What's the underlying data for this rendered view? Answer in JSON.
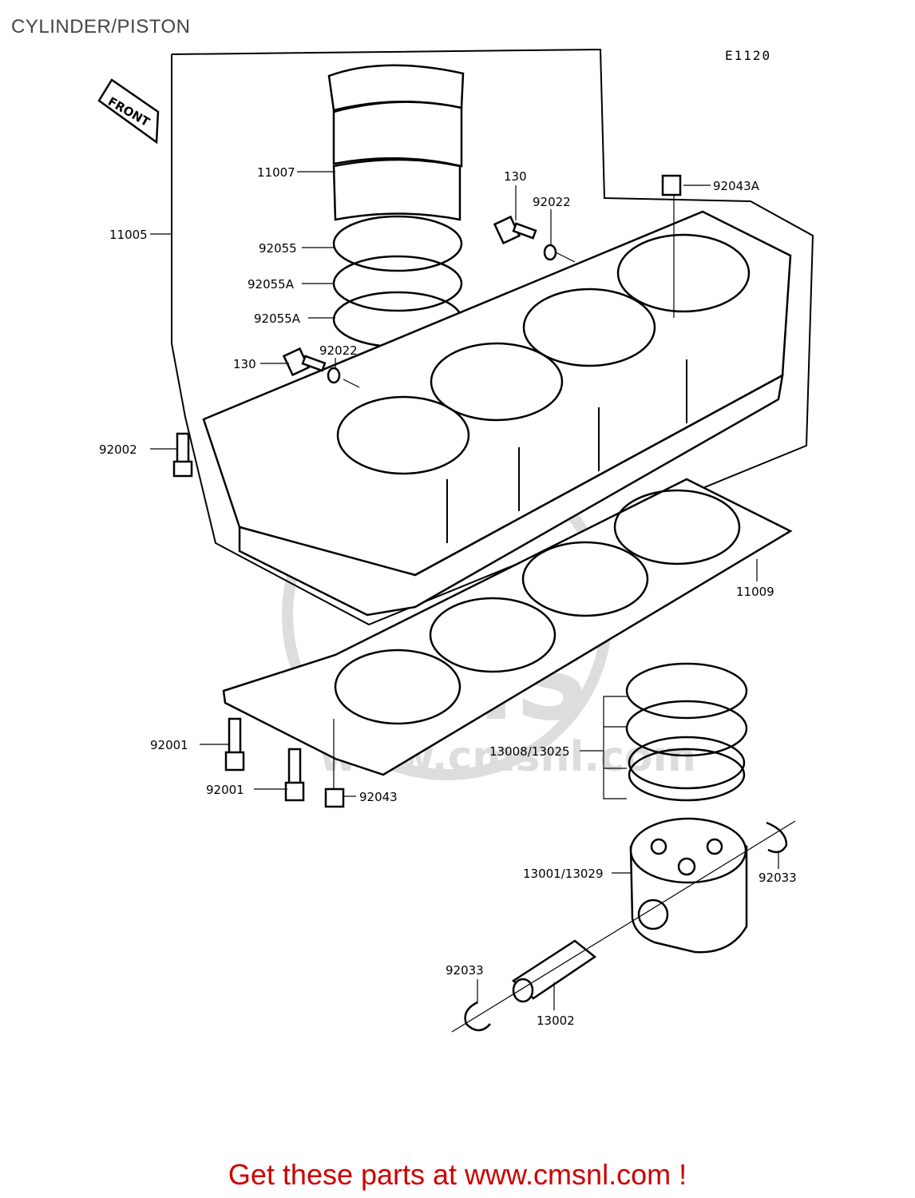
{
  "header": {
    "title": "CYLINDER/PISTON",
    "code": "E1120"
  },
  "front_label": "FRONT",
  "watermark": {
    "brand": "CMS",
    "site": "www.cmsnl.com"
  },
  "footer": {
    "text": "Get these parts at www.cmsnl.com !",
    "color": "#cc0000"
  },
  "part_labels": {
    "p11007": "11007",
    "p11005": "11005",
    "p92055": "92055",
    "p92055a_1": "92055A",
    "p92055a_2": "92055A",
    "p130_top": "130",
    "p92022_top": "92022",
    "p92043a": "92043A",
    "p130_mid": "130",
    "p92022_mid": "92022",
    "p92002": "92002",
    "p11009": "11009",
    "p13008": "13008/13025",
    "p92001_a": "92001",
    "p92001_b": "92001",
    "p92043": "92043",
    "p13001": "13001/13029",
    "p92033_r": "92033",
    "p92033_l": "92033",
    "p13002": "13002"
  }
}
